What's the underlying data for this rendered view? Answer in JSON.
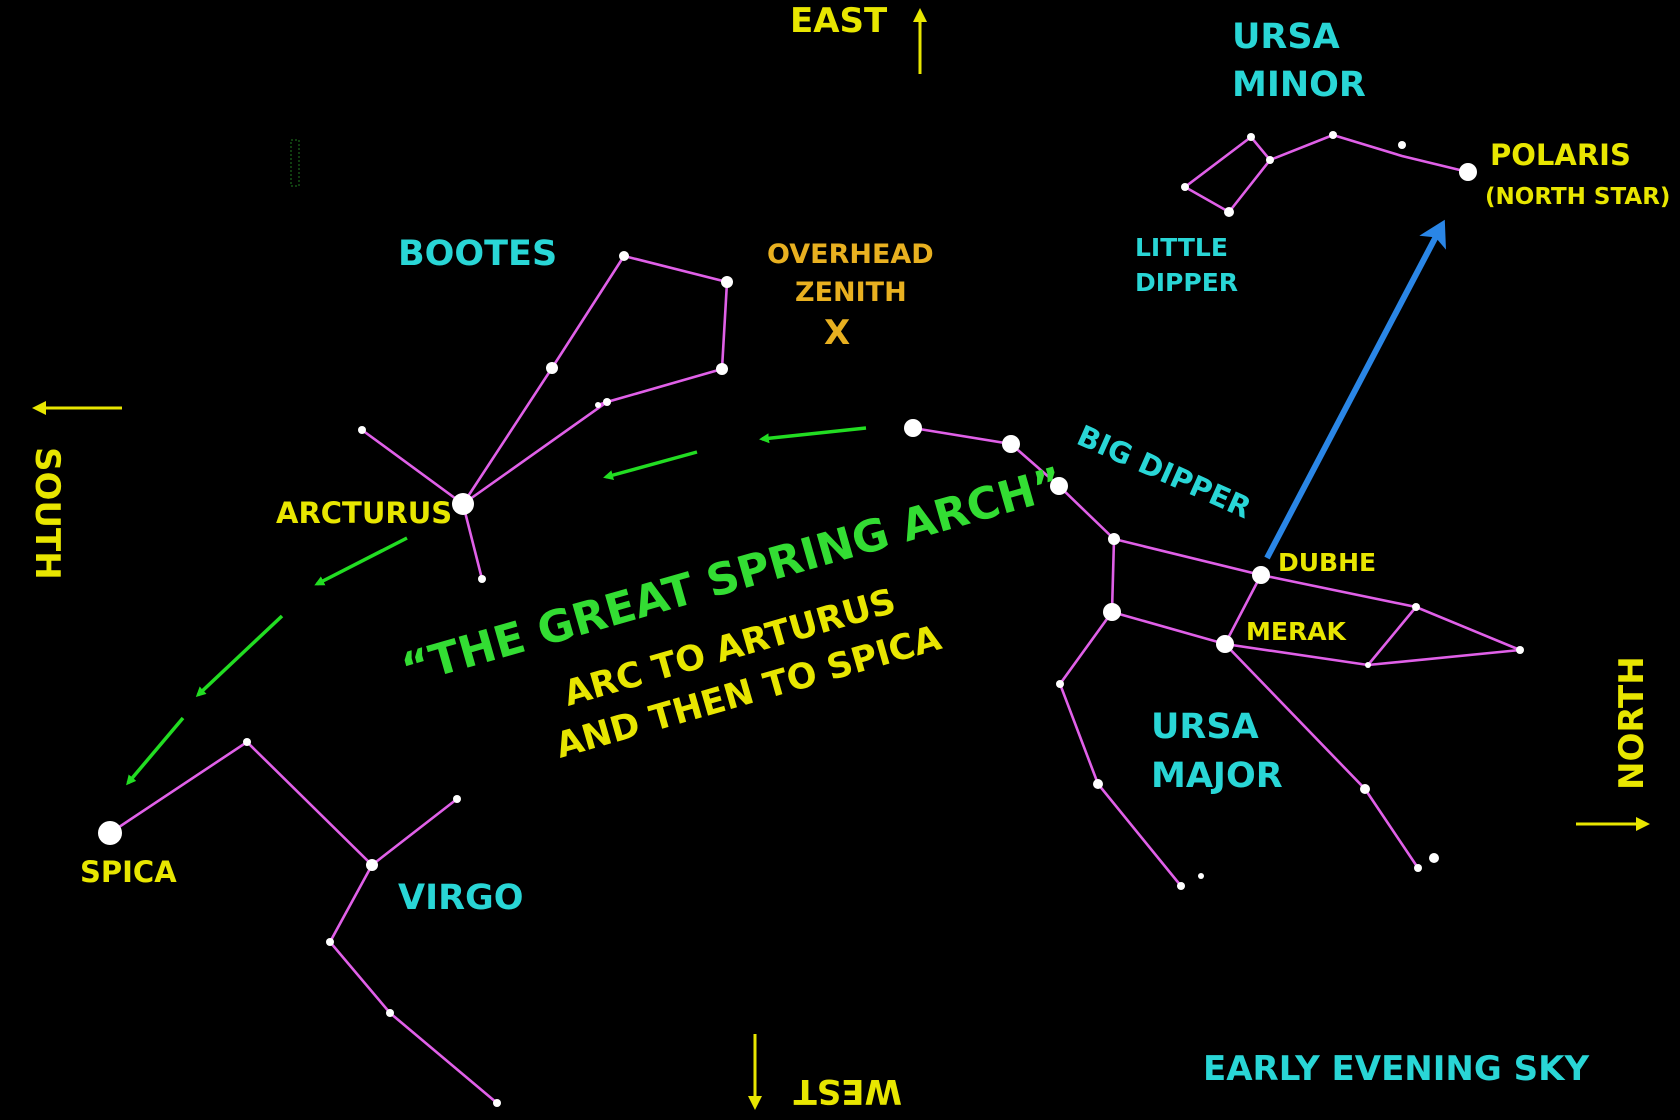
{
  "colors": {
    "background": "#000000",
    "constellation_lines": "#e060e8",
    "star": "#ffffff",
    "yellow_label": "#e8e600",
    "cyan_label": "#29d6d6",
    "orange_label": "#e8b020",
    "green_arrow": "#22dd22",
    "blue_arrow": "#2a86e6",
    "arch_title": "#33dd33"
  },
  "directions": {
    "east": "EAST",
    "west": "WEST",
    "south": "SOUTH",
    "north": "NORTH"
  },
  "constellations": {
    "ursa_minor_line1": "URSA",
    "ursa_minor_line2": "MINOR",
    "little_dipper_line1": "LITTLE",
    "little_dipper_line2": "DIPPER",
    "bootes": "BOOTES",
    "big_dipper": "BIG DIPPER",
    "ursa_major_line1": "URSA",
    "ursa_major_line2": "MAJOR",
    "virgo": "VIRGO"
  },
  "stars": {
    "polaris": "POLARIS",
    "polaris_note": "(NORTH STAR)",
    "arcturus": "ARCTURUS",
    "spica": "SPICA",
    "dubhe": "DUBHE",
    "merak": "MERAK"
  },
  "zenith": {
    "line1": "OVERHEAD",
    "line2": "ZENITH",
    "marker": "X"
  },
  "arch": {
    "title": "“THE GREAT SPRING ARCH”",
    "subtitle_line1": "ARC TO ARTURUS",
    "subtitle_line2": "AND THEN TO SPICA"
  },
  "caption": "EARLY EVENING SKY"
}
